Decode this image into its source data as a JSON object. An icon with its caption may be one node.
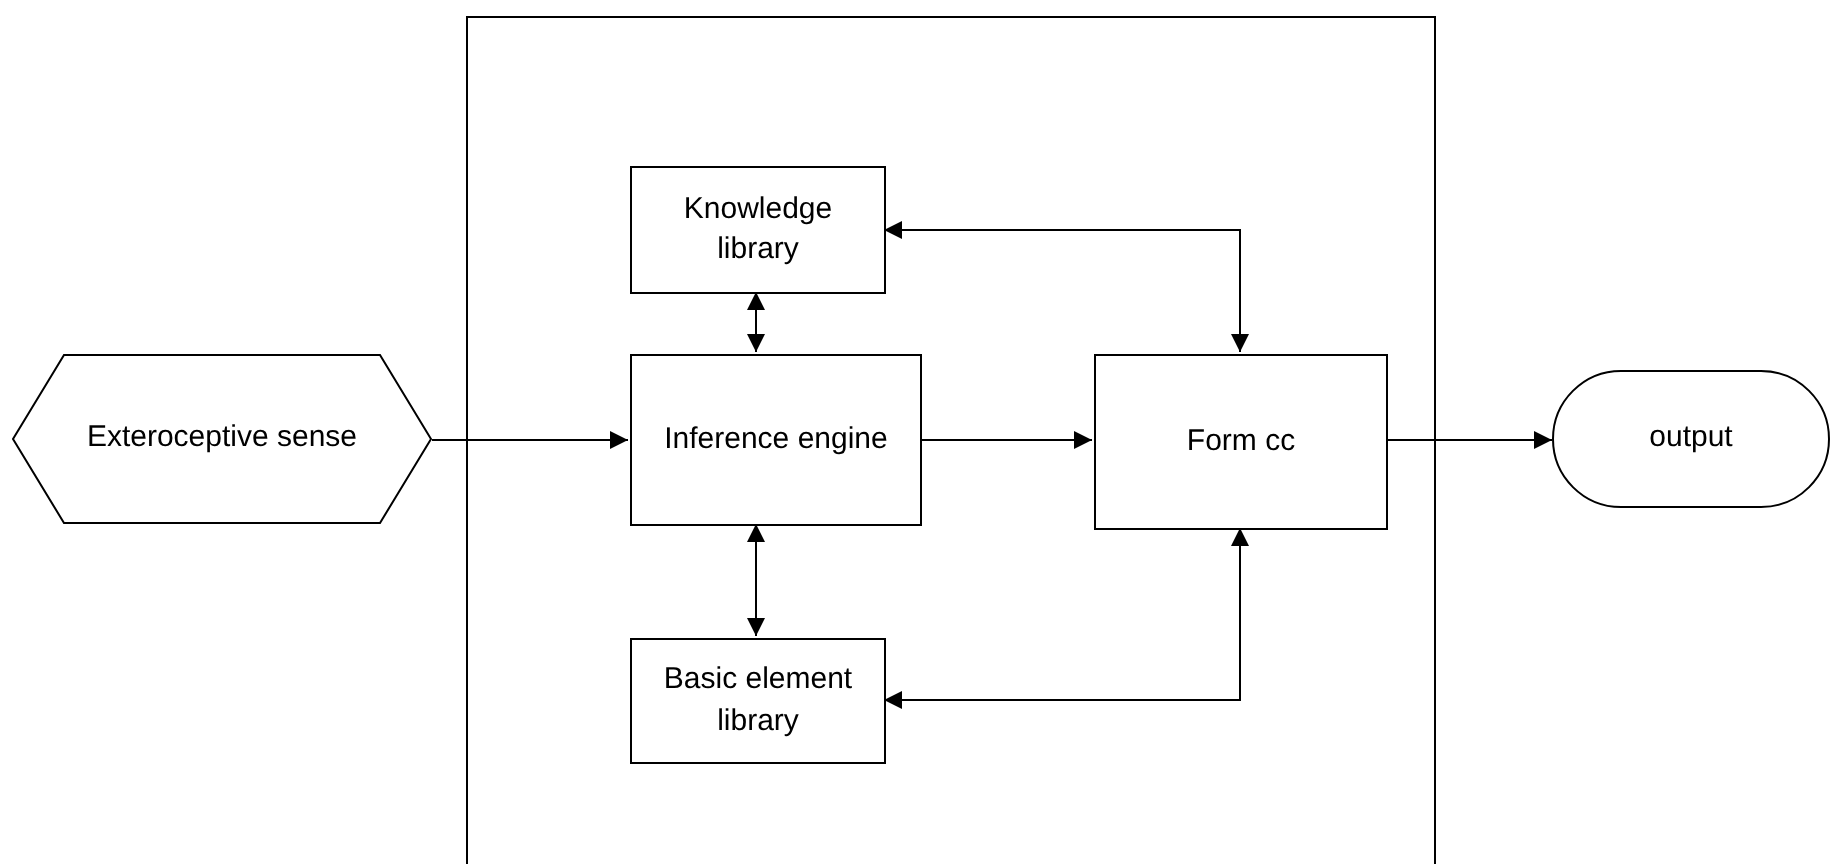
{
  "diagram": {
    "nodes": [
      {
        "text": [
          "Exteroceptive sense"
        ]
      },
      {
        "text": [],
        "shape": "box"
      },
      {
        "text": [
          "Knowledge library"
        ],
        "in": 1
      },
      {
        "text": [
          "Inference engine"
        ],
        "in": 1
      },
      {
        "text": [
          "Basic element library"
        ],
        "in": 1
      },
      {
        "text": [
          "Form cc"
        ],
        "in": 1
      },
      {
        "text": [
          "output"
        ]
      }
    ],
    "edges": [
      {
        "from": 0,
        "to": 3,
        "arrow": "to"
      },
      {
        "from": 3,
        "to": 5,
        "arrow": "to"
      },
      {
        "from": 5,
        "to": 6,
        "arrow": "to"
      },
      {
        "from": 2,
        "to": 3,
        "arrow": "both"
      },
      {
        "from": 3,
        "to": 4,
        "arrow": "both"
      },
      {
        "from": 2,
        "to": 5,
        "arrow": "both"
      },
      {
        "from": 4,
        "to": 5,
        "arrow": "both"
      }
    ]
  }
}
